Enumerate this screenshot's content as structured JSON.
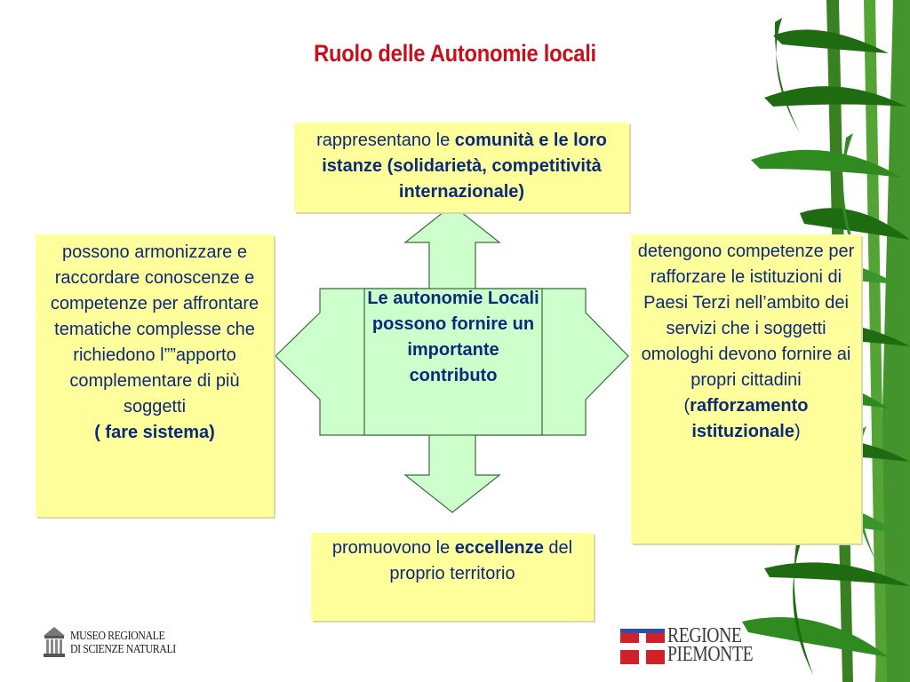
{
  "title": "Ruolo delle Autonomie locali",
  "center": "Le autonomie Locali possono fornire un importante contributo",
  "top_box": {
    "pre": "rappresentano le ",
    "bold": "comunità e le loro istanze (solidarietà, competitività internazionale)"
  },
  "left_box": {
    "text": "possono armonizzare e raccordare conoscenze e competenze per affrontare tematiche complesse che richiedono l””apporto complementare di più soggetti",
    "bold": "( fare sistema)"
  },
  "right_box": {
    "text": "detengono competenze per rafforzare le istituzioni di Paesi Terzi nell’ambito dei servizi che i soggetti omologhi devono fornire ai propri cittadini",
    "open": "(",
    "bold": "rafforzamento istituzionale",
    "close": ")"
  },
  "bottom_box": {
    "pre": "promuovono le ",
    "bold": "eccellenze",
    "post": " del proprio territorio"
  },
  "logos": {
    "left_line1": "MUSEO REGIONALE",
    "left_line2": "DI SCIENZE NATURALI",
    "right_line1": "REGIONE",
    "right_line2": "PIEMONTE"
  },
  "colors": {
    "title": "#c8101a",
    "text": "#0a2a7a",
    "box_fill": "#ffff9c",
    "cross_fill": "#ccffcc"
  }
}
